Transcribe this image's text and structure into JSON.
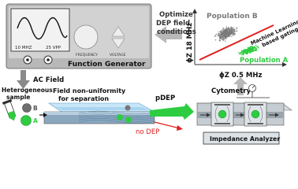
{
  "function_generator": {
    "lcd_freq": "10 MHZ",
    "lcd_amp": "25 VPP",
    "frequency_label": "FREQUENCY",
    "voltage_label": "VOLTAGE",
    "title": "Function Generator"
  },
  "optimize": {
    "line1": "Optimize",
    "line2": "DEP field",
    "line3": "conditions"
  },
  "scatter_plot": {
    "population_b": "Population B",
    "population_a": "Population A",
    "ml_line1": "Machine Learning",
    "ml_line2": "based gating",
    "y_axis": "ɸZ 18 MHz",
    "x_axis": "ɸZ 0.5 MHz",
    "colors": {
      "population_b": "#7a7a7a",
      "population_a": "#2ecc40",
      "gating_line": "#e02020",
      "arrow_fill": "#b8b8b8"
    }
  },
  "labels": {
    "ac_field": "AC Field",
    "heterogeneous_line1": "Heterogeneous",
    "heterogeneous_line2": "sample",
    "field_line1": "Field non-uniformity",
    "field_line2": "for separation",
    "pdep": "pDEP",
    "no_dep": "no DEP",
    "cytometry": "Cytometry",
    "impedance_analyzer": "Impedance Analyzer",
    "cell_b": "B",
    "cell_a": "A"
  }
}
